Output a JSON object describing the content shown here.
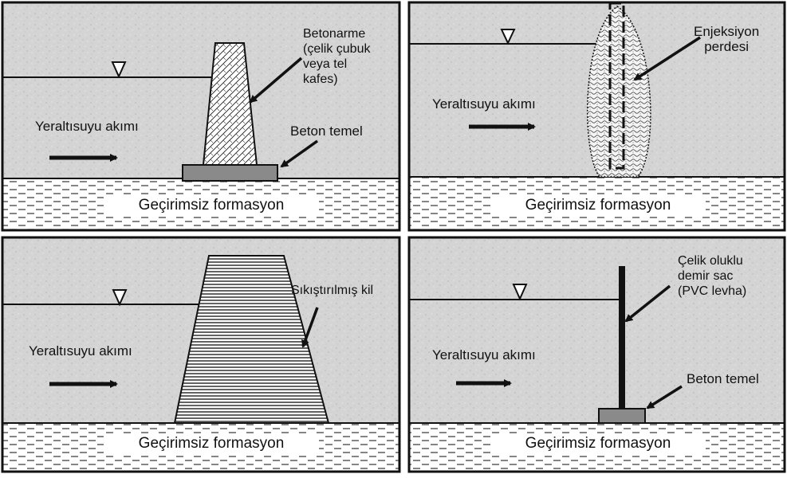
{
  "panels": {
    "reinforced_concrete": {
      "flow_label": "Yeraltısuyu akımı",
      "wall_label": "Betonarme\n(çelik çubuk\nveya tel\nkafes)",
      "base_label": "Beton temel",
      "formation_label": "Geçirimsiz formasyon"
    },
    "grout_curtain": {
      "flow_label": "Yeraltısuyu akımı",
      "curtain_label": "Enjeksiyon\nperdesi",
      "formation_label": "Geçirimsiz formasyon"
    },
    "compacted_clay": {
      "flow_label": "Yeraltısuyu akımı",
      "clay_label": "Sıkıştırılmış kil",
      "formation_label": "Geçirimsiz formasyon"
    },
    "sheet_pile": {
      "flow_label": "Yeraltısuyu akımı",
      "sheet_label": "Çelik oluklu\ndemir sac\n(PVC levha)",
      "base_label": "Beton temel",
      "formation_label": "Geçirimsiz formasyon"
    }
  },
  "colors": {
    "soil": "#d6d6d6",
    "concrete_base": "#8a8a8a",
    "outline": "#111111",
    "formation_bg": "#ffffff"
  }
}
